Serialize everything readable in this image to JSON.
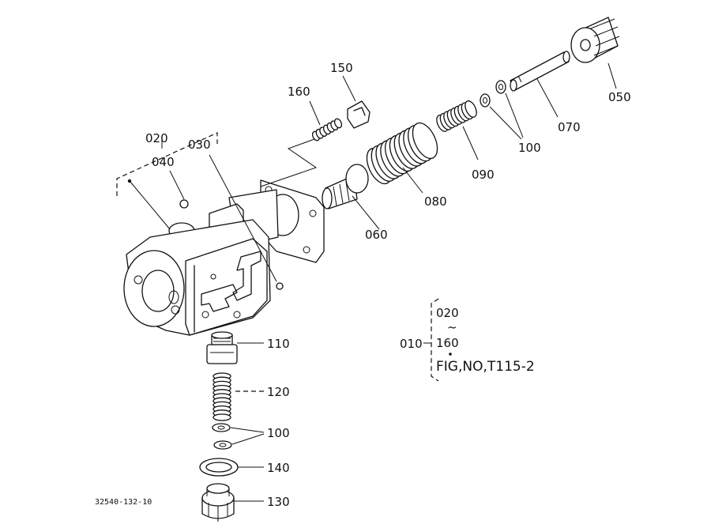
{
  "callouts": {
    "c020": "020",
    "c030": "030",
    "c040": "040",
    "c050": "050",
    "c060": "060",
    "c070": "070",
    "c080": "080",
    "c090": "090",
    "c100_top": "100",
    "c100_bottom": "100",
    "c110": "110",
    "c120": "120",
    "c130": "130",
    "c140": "140",
    "c150": "150",
    "c160": "160"
  },
  "assembly_note": {
    "assembly": "010",
    "from": "020",
    "tilde": "~",
    "to": "160",
    "figure_ref": "FIG,NO,T115-2"
  },
  "drawing_code": "32540-132-10"
}
